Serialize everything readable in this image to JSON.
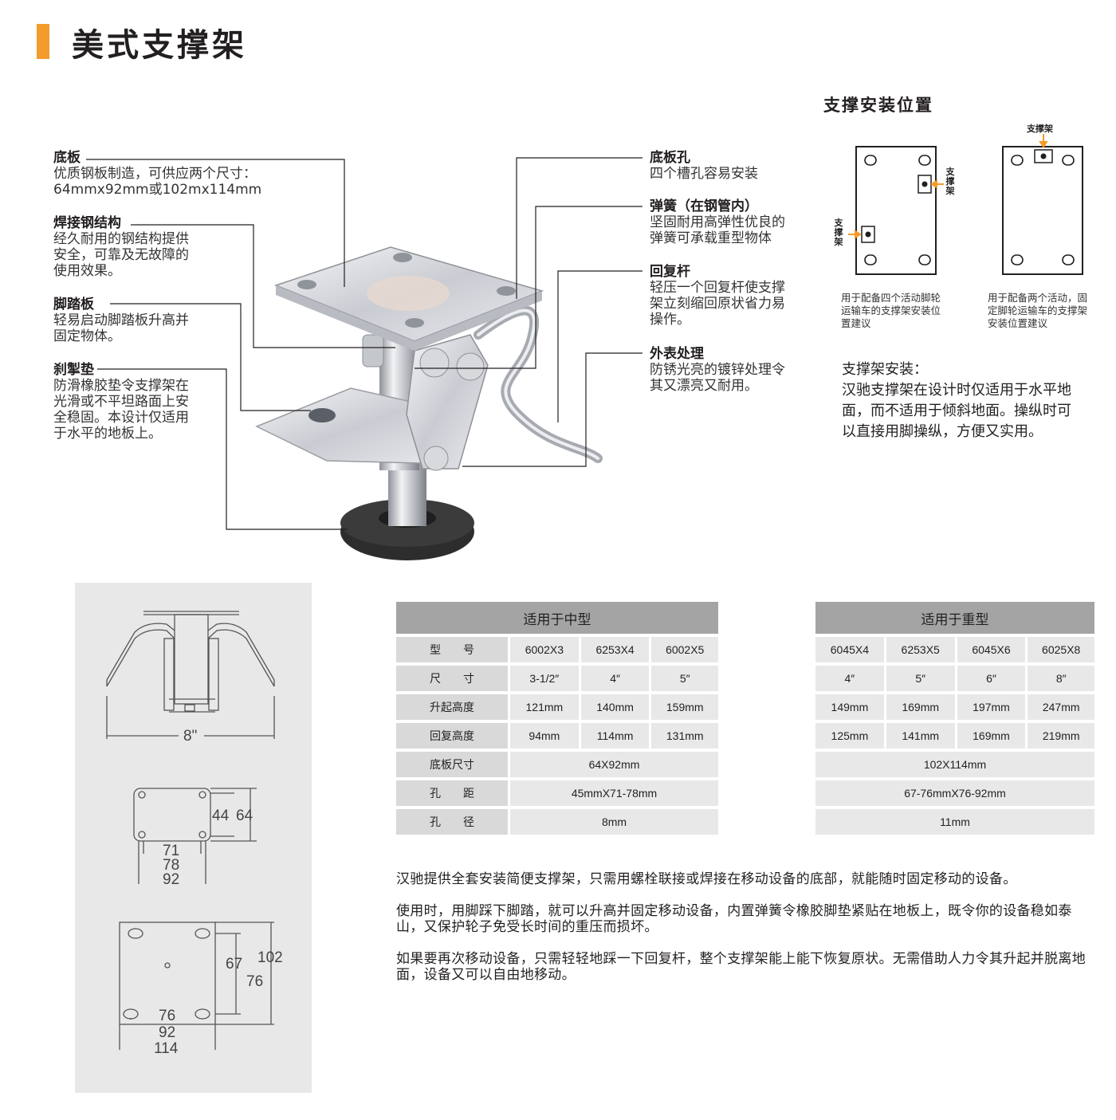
{
  "page": {
    "title": "美式支撑架"
  },
  "callouts_left": [
    {
      "heading": "底板",
      "text": "优质钢板制造，可供应两个尺寸：\n64mmx92mm或102mx114mm"
    },
    {
      "heading": "焊接钢结构",
      "text": "经久耐用的钢结构提供\n安全，可靠及无故障的\n使用效果。"
    },
    {
      "heading": "脚踏板",
      "text": "轻易启动脚踏板升高并\n固定物体。"
    },
    {
      "heading": "刹掣垫",
      "text": "防滑橡胶垫令支撑架在\n光滑或不平坦路面上安\n全稳固。本设计仅适用\n于水平的地板上。"
    }
  ],
  "callouts_right": [
    {
      "heading": "底板孔",
      "text": "四个槽孔容易安装"
    },
    {
      "heading": "弹簧（在钢管内）",
      "text": "坚固耐用高弹性优良的\n弹簧可承载重型物体"
    },
    {
      "heading": "回复杆",
      "text": "轻压一个回复杆使支撑\n架立刻缩回原状省力易\n操作。"
    },
    {
      "heading": "外表处理",
      "text": "防锈光亮的镀锌处理令\n其又漂亮又耐用。"
    }
  ],
  "position": {
    "title": "支撑安装位置",
    "support_label": "支撑架",
    "caption_four": "用于配备四个活动脚轮\n运输车的支撑架安装位\n置建议",
    "caption_two": "用于配备两个活动，固\n定脚轮运输车的支撑架\n安装位置建议"
  },
  "install": {
    "heading": "支撑架安装：",
    "text": "汉驰支撑架在设计时仅适用于水平地\n面，而不适用于倾斜地面。操纵时可\n以直接用脚操纵，方便又实用。"
  },
  "drawing": {
    "width_label": "8\"",
    "small_plate": {
      "h1": "44",
      "h2": "64",
      "w1": "71",
      "w2": "78",
      "w3": "92"
    },
    "large_plate": {
      "h1": "67",
      "h2": "76",
      "h3": "102",
      "w1": "76",
      "w2": "92",
      "w3": "114"
    }
  },
  "table_medium": {
    "header": "适用于中型",
    "rows": [
      {
        "label": "型　　号",
        "cells": [
          "6002X3",
          "6253X4",
          "6002X5"
        ]
      },
      {
        "label": "尺　　寸",
        "cells": [
          "3-1/2″",
          "4″",
          "5″"
        ]
      },
      {
        "label": "升起高度",
        "cells": [
          "121mm",
          "140mm",
          "159mm"
        ]
      },
      {
        "label": "回复高度",
        "cells": [
          "94mm",
          "114mm",
          "131mm"
        ]
      },
      {
        "label": "底板尺寸",
        "merged": "64X92mm"
      },
      {
        "label": "孔　　距",
        "merged": "45mmX71-78mm"
      },
      {
        "label": "孔　　径",
        "merged": "8mm"
      }
    ]
  },
  "table_heavy": {
    "header": "适用于重型",
    "rows": [
      {
        "cells": [
          "6045X4",
          "6253X5",
          "6045X6",
          "6025X8"
        ]
      },
      {
        "cells": [
          "4″",
          "5″",
          "6″",
          "8″"
        ]
      },
      {
        "cells": [
          "149mm",
          "169mm",
          "197mm",
          "247mm"
        ]
      },
      {
        "cells": [
          "125mm",
          "141mm",
          "169mm",
          "219mm"
        ]
      },
      {
        "merged": "102X114mm"
      },
      {
        "merged": "67-76mmX76-92mm"
      },
      {
        "merged": "11mm"
      }
    ]
  },
  "paragraphs": [
    "汉驰提供全套安装简便支撑架，只需用螺栓联接或焊接在移动设备的底部，就能随时固定移动的设备。",
    "使用时，用脚踩下脚踏，就可以升高并固定移动设备，内置弹簧令橡胶脚垫紧贴在地板上，既令你的设备稳如泰山，又保护轮子免受长时间的重压而损坏。",
    "如果要再次移动设备，只需轻轻地踩一下回复杆，整个支撑架能上能下恢复原状。无需借助人力令其升起并脱离地面，设备又可以自由地移动。"
  ]
}
